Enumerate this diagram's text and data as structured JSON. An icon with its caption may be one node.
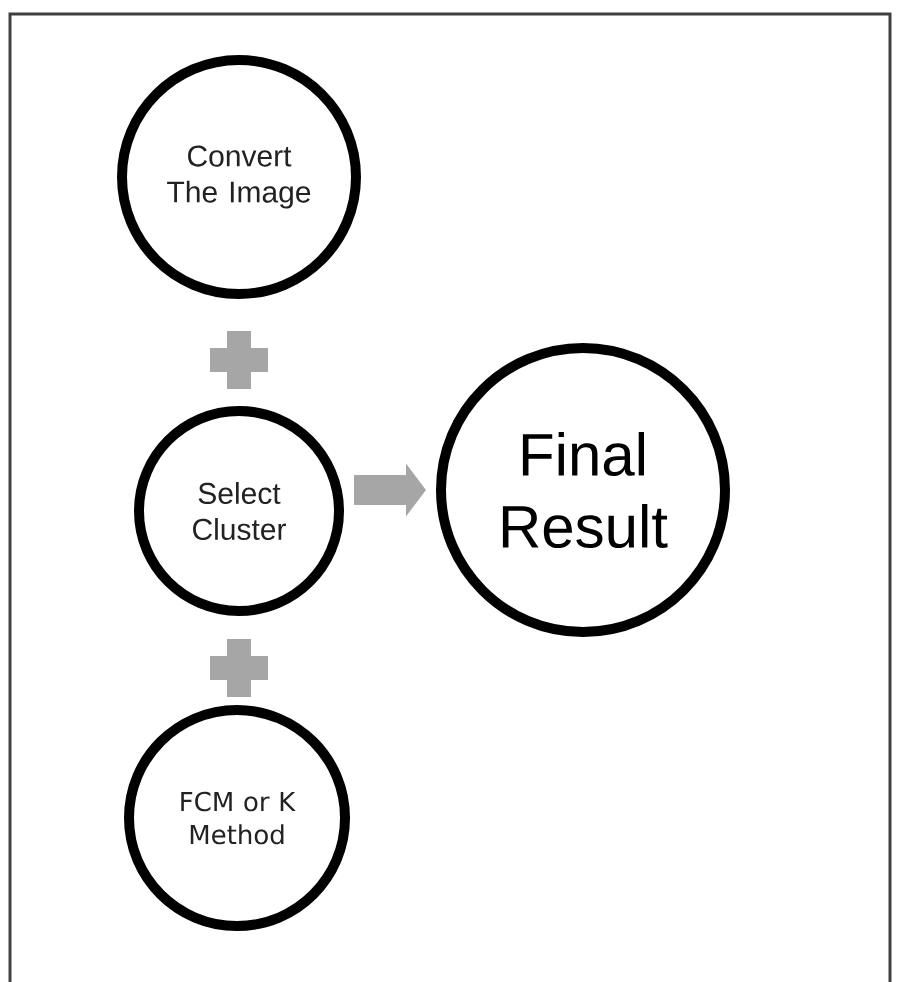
{
  "diagram": {
    "nodes": [
      {
        "text": [
          "Convert The Image"
        ]
      },
      {
        "text": [
          "Select Cluster"
        ]
      },
      {
        "text": [
          "FCM or K Method"
        ]
      },
      {
        "text": [
          "Final Result"
        ]
      }
    ],
    "edges": [
      {
        "from": 1,
        "to": 3,
        "arrow": "to"
      }
    ]
  }
}
